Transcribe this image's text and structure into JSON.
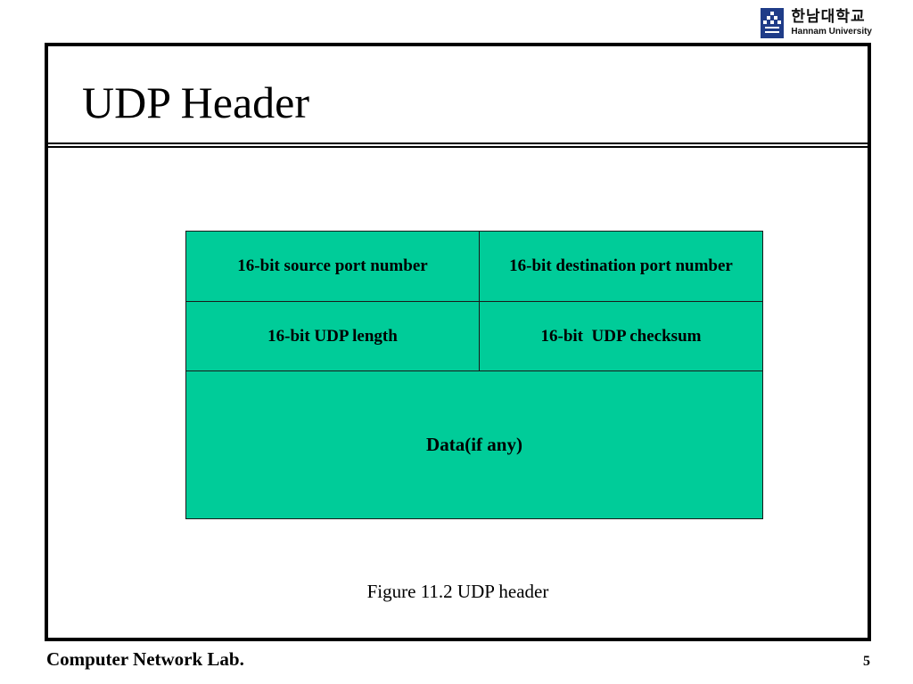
{
  "logo": {
    "name_ko": "한남대학교",
    "name_en": "Hannam University",
    "mark_color": "#1f3c88"
  },
  "slide": {
    "title": "UDP Header"
  },
  "diagram": {
    "fill_color": "#00cc99",
    "rows": [
      [
        "16-bit source port number",
        "16-bit destination port number"
      ],
      [
        "16-bit UDP length",
        "16-bit  UDP checksum"
      ]
    ],
    "data_label": "Data(if any)",
    "caption": "Figure 11.2 UDP header"
  },
  "footer": {
    "left": "Computer Network Lab.",
    "page_number": "5"
  }
}
